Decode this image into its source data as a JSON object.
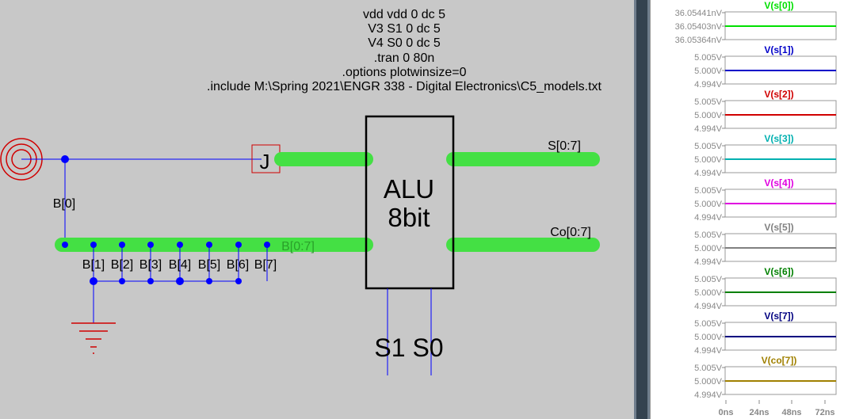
{
  "directives": [
    "vdd vdd 0 dc 5",
    "V3 S1 0 dc 5",
    "V4 S0 0 dc 5",
    ".tran 0 80n",
    ".options plotwinsize=0",
    ".include M:\\Spring 2021\\ENGR 338 - Digital Electronics\\C5_models.txt"
  ],
  "schematic": {
    "alu_line1": "ALU",
    "alu_line2": "8bit",
    "port_s": "S[0:7]",
    "port_co": "Co[0:7]",
    "bus_b_label": "B[0:7]",
    "net_b0": "B[0]",
    "junction_label": "J",
    "bits": [
      "B[1]",
      "B[2]",
      "B[3]",
      "B[4]",
      "B[5]",
      "B[6]",
      "B[7]"
    ],
    "select_label": "S1 S0"
  },
  "waveforms": {
    "time_axis": [
      "0ns",
      "24ns",
      "48ns",
      "72ns"
    ],
    "panes": [
      {
        "title": "V(s[0])",
        "color": "#00e000",
        "ticks": [
          "36.05441nV",
          "36.05403nV",
          "36.05364nV"
        ]
      },
      {
        "title": "V(s[1])",
        "color": "#0000c8",
        "ticks": [
          "5.005V",
          "5.000V",
          "4.994V"
        ]
      },
      {
        "title": "V(s[2])",
        "color": "#d00000",
        "ticks": [
          "5.005V",
          "5.000V",
          "4.994V"
        ]
      },
      {
        "title": "V(s[3])",
        "color": "#00b0b0",
        "ticks": [
          "5.005V",
          "5.000V",
          "4.994V"
        ]
      },
      {
        "title": "V(s[4])",
        "color": "#e000e0",
        "ticks": [
          "5.005V",
          "5.000V",
          "4.994V"
        ]
      },
      {
        "title": "V(s[5])",
        "color": "#808080",
        "ticks": [
          "5.005V",
          "5.000V",
          "4.994V"
        ]
      },
      {
        "title": "V(s[6])",
        "color": "#008000",
        "ticks": [
          "5.005V",
          "5.000V",
          "4.994V"
        ]
      },
      {
        "title": "V(s[7])",
        "color": "#000080",
        "ticks": [
          "5.005V",
          "5.000V",
          "4.994V"
        ]
      },
      {
        "title": "V(co[7])",
        "color": "#a08000",
        "ticks": [
          "5.005V",
          "5.000V",
          "4.994V"
        ]
      }
    ]
  }
}
